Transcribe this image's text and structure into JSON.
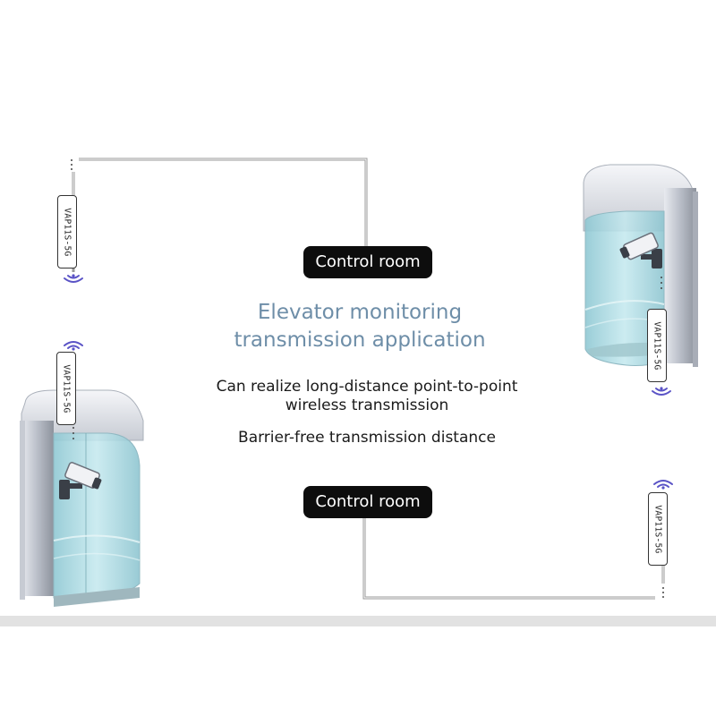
{
  "diagram": {
    "title_line1": "Elevator monitoring",
    "title_line2": "transmission application",
    "description_line1": "Can realize long-distance point-to-point",
    "description_line2": "wireless transmission",
    "description_line3": "Barrier-free transmission distance",
    "control_room_top": "Control room",
    "control_room_bottom": "Control room",
    "device_labels": [
      "VAP11S-5G",
      "VAP11S-5G",
      "VAP11S-5G",
      "VAP11S-5G"
    ]
  },
  "colors": {
    "title": "#6e8ea8",
    "pill_background": "#0d0d0d",
    "wireless_signal": "#5a53c6",
    "glass": "#a9d7df"
  },
  "icons": [
    "wireless-signal-icon",
    "camera-icon",
    "elevator-icon"
  ]
}
